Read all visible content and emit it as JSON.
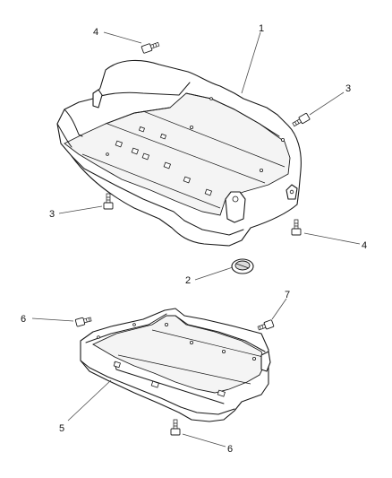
{
  "callouts": {
    "c1": "1",
    "c2": "2",
    "c3_right": "3",
    "c3_left": "3",
    "c4_top": "4",
    "c4_right": "4",
    "c5": "5",
    "c6_left": "6",
    "c6_bottom": "6",
    "c7": "7"
  },
  "colors": {
    "line": "#1a1a1a",
    "background": "#ffffff"
  }
}
